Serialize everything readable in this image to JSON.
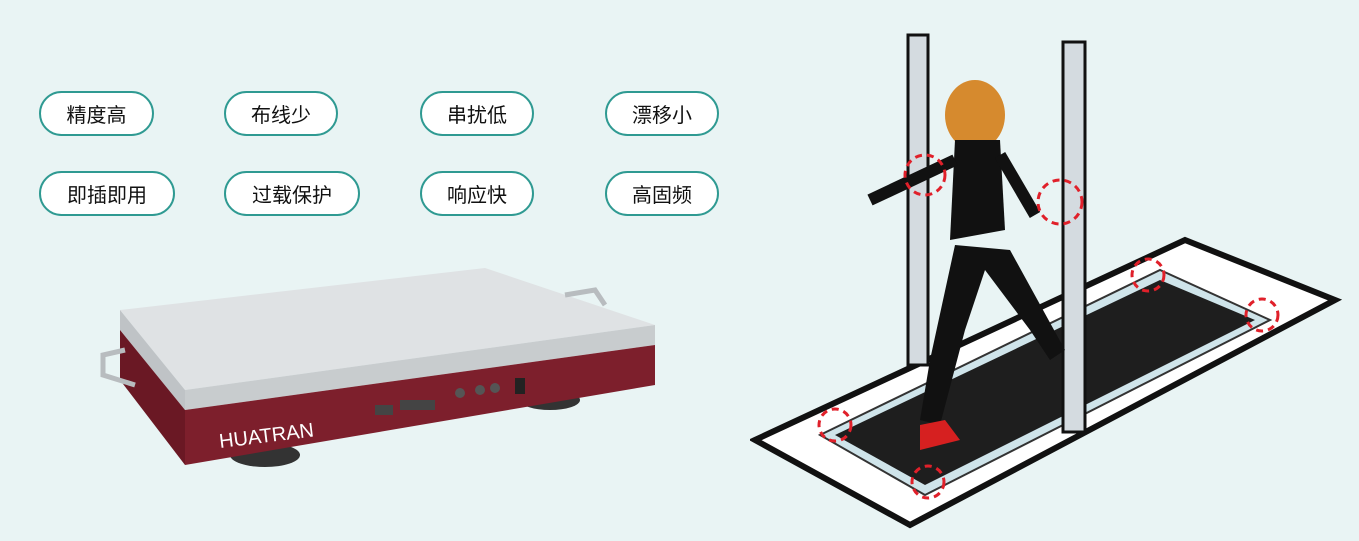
{
  "features": [
    "精度高",
    "布线少",
    "串扰低",
    "漂移小",
    "即插即用",
    "过载保护",
    "响应快",
    "高固频"
  ],
  "product": {
    "brand_logo": "HUATRAN"
  },
  "colors": {
    "background": "#e9f4f4",
    "pill_border": "#2f9a92",
    "brand_red": "#7d1f2c",
    "marker": "#e0202a"
  }
}
